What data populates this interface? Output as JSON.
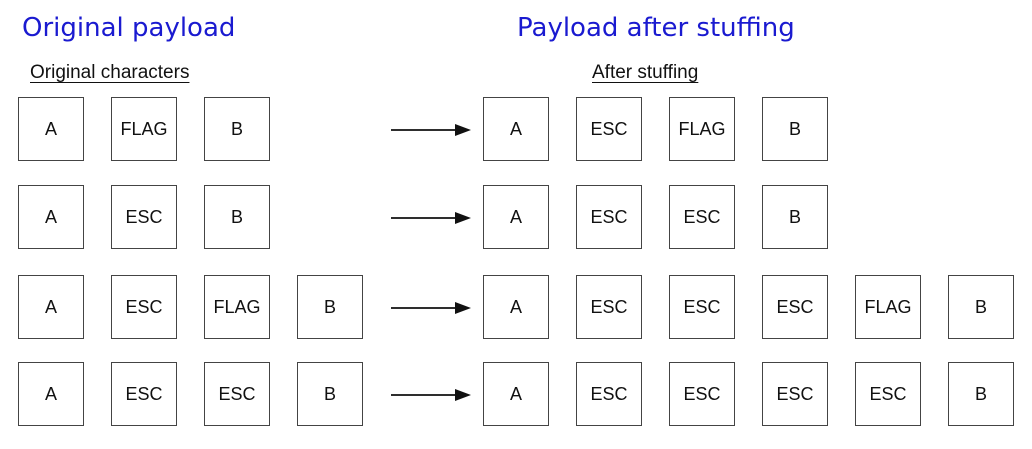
{
  "headings": {
    "original": "Original payload",
    "stuffed": "Payload after stuffing"
  },
  "subheadings": {
    "original": "Original characters",
    "stuffed": "After stuffing"
  },
  "rows": [
    {
      "original": [
        "A",
        "FLAG",
        "B"
      ],
      "stuffed": [
        "A",
        "ESC",
        "FLAG",
        "B"
      ]
    },
    {
      "original": [
        "A",
        "ESC",
        "B"
      ],
      "stuffed": [
        "A",
        "ESC",
        "ESC",
        "B"
      ]
    },
    {
      "original": [
        "A",
        "ESC",
        "FLAG",
        "B"
      ],
      "stuffed": [
        "A",
        "ESC",
        "ESC",
        "ESC",
        "FLAG",
        "B"
      ]
    },
    {
      "original": [
        "A",
        "ESC",
        "ESC",
        "B"
      ],
      "stuffed": [
        "A",
        "ESC",
        "ESC",
        "ESC",
        "ESC",
        "B"
      ]
    }
  ],
  "colors": {
    "heading": "#1a1ad0",
    "box_border": "#444444",
    "arrow": "#111111"
  },
  "icons": {
    "arrow": "right-arrow-icon"
  }
}
